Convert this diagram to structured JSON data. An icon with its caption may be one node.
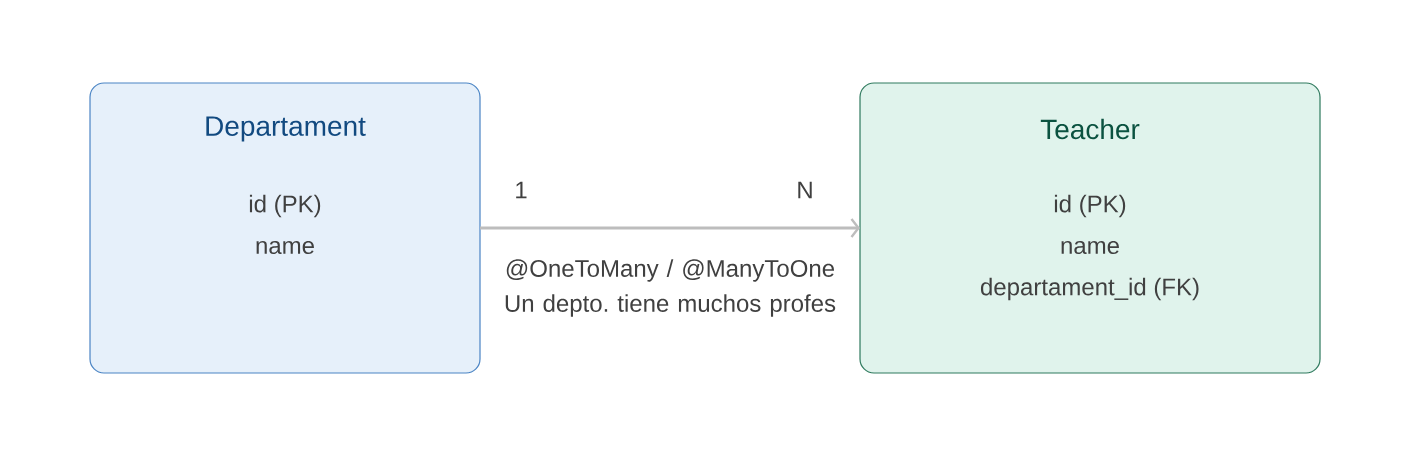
{
  "diagram": {
    "nodes": [
      {
        "text": [
          "Departament",
          "id (PK)",
          "name"
        ]
      },
      {
        "text": [
          "Teacher",
          "id (PK)",
          "name",
          "departament_id (FK)"
        ]
      }
    ],
    "edges": [
      {
        "from": 0,
        "to": 1,
        "arrow": "to",
        "label": "@OneToMany / @ManyToOne Un depto. tiene muchos profes"
      }
    ],
    "labels": [
      "1",
      "N"
    ]
  }
}
